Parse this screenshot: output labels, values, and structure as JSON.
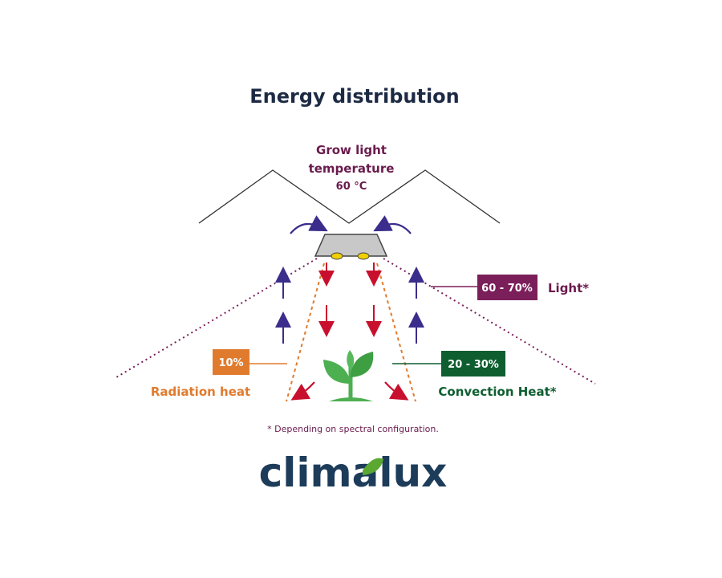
{
  "title": "Energy distribution",
  "lamp": {
    "label_line1": "Grow light",
    "label_line2": "temperature",
    "label_line3": "60 °C"
  },
  "light": {
    "percent": "60 - 70%",
    "label": "Light*"
  },
  "radiation": {
    "percent": "10%",
    "label": "Radiation heat"
  },
  "convection": {
    "percent": "20 - 30%",
    "label": "Convection Heat*"
  },
  "footnote": "* Depending on spectral configuration.",
  "logo": {
    "part1": "clim",
    "part2": "a",
    "part3": "lux"
  },
  "colors": {
    "navy": "#1d2a44",
    "purple": "#6a1b4d",
    "light_badge": "#7b1f5a",
    "orange": "#e07b2e",
    "green": "#0e5e30",
    "red_arrow": "#c8102e",
    "blue_arrow": "#3b2d8c",
    "plant": "#4caf50"
  },
  "icons": [
    "grow-lamp-icon",
    "plant-icon",
    "leaf-logo-icon"
  ]
}
